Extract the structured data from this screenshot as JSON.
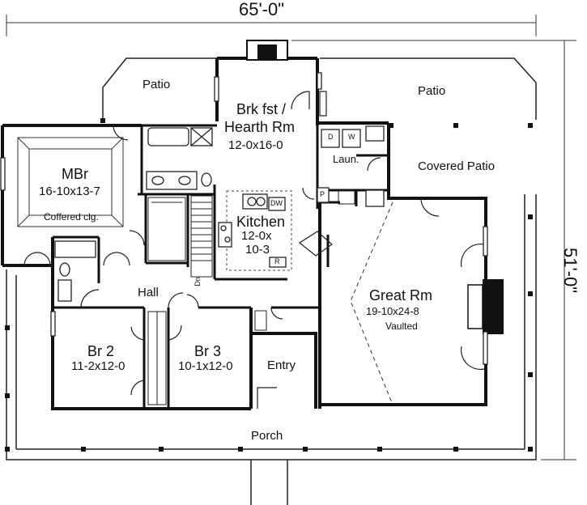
{
  "dimensions": {
    "overall_width": "65'-0\"",
    "overall_depth": "51'-0\""
  },
  "rooms": {
    "patio_left": "Patio",
    "patio_right": "Patio",
    "breakfast": {
      "name_line1": "Brk fst /",
      "name_line2": "Hearth Rm",
      "size": "12-0x16-0"
    },
    "master_bedroom": {
      "name": "MBr",
      "size": "16-10x13-7",
      "note": "Coffered clg."
    },
    "laundry": "Laun.",
    "covered_patio": "Covered Patio",
    "kitchen": {
      "name": "Kitchen",
      "size_line1": "12-0x",
      "size_line2": "10-3"
    },
    "great_room": {
      "name": "Great Rm",
      "size": "19-10x24-8",
      "note": "Vaulted"
    },
    "hall": "Hall",
    "bedroom2": {
      "name": "Br 2",
      "size": "11-2x12-0"
    },
    "bedroom3": {
      "name": "Br 3",
      "size": "10-1x12-0"
    },
    "entry": "Entry",
    "porch": "Porch"
  },
  "fixtures": {
    "dryer": "D",
    "washer": "W",
    "dishwasher": "DW",
    "pantry": "P",
    "range": "R",
    "stair_down": "Dn"
  }
}
